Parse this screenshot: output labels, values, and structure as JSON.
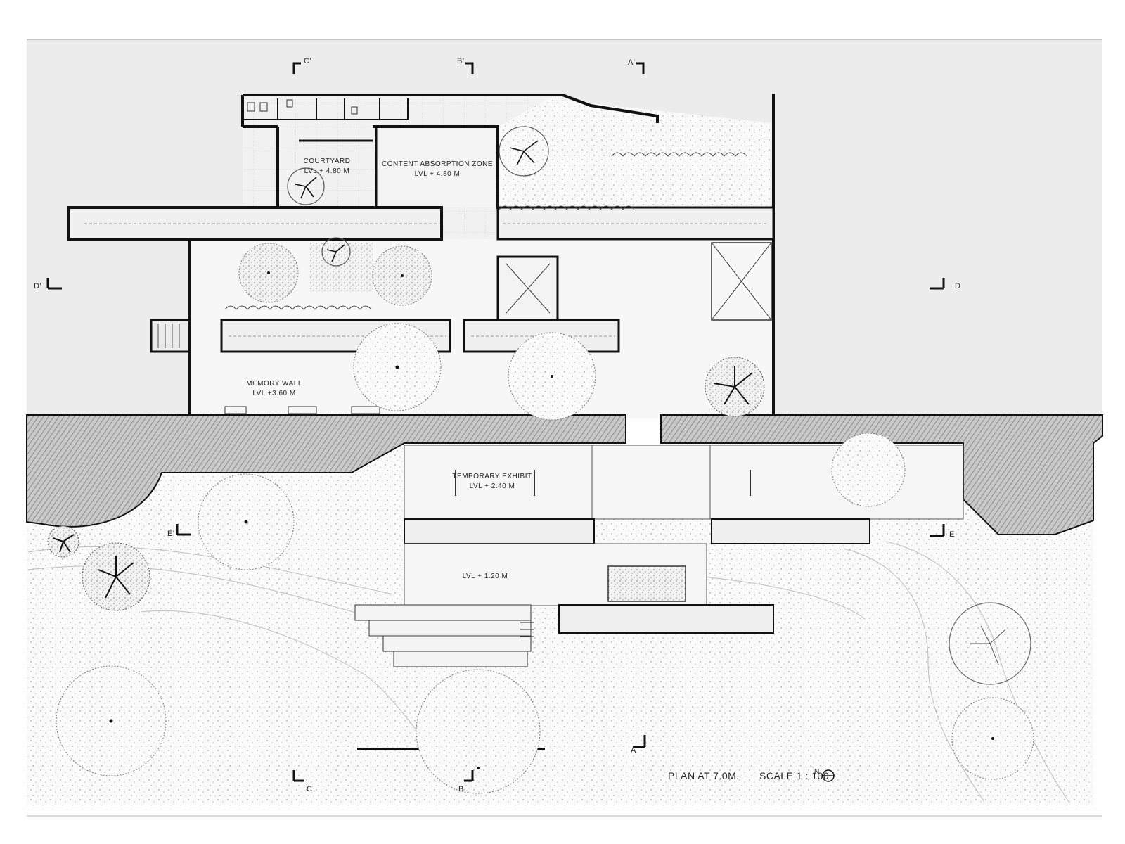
{
  "section_marks": {
    "c_prime": "C'",
    "b_prime": "B'",
    "a_prime": "A'",
    "d_prime": "D'",
    "d": "D",
    "e_prime": "E'",
    "e": "E",
    "a": "A",
    "b": "B",
    "c": "C"
  },
  "rooms": {
    "courtyard_name": "COURTYARD",
    "courtyard_level": "LVL + 4.80 M",
    "absorption_name": "CONTENT ABSORPTION ZONE",
    "absorption_level": "LVL + 4.80 M",
    "memory_name": "MEMORY WALL",
    "memory_level": "LVL +3.60 M",
    "exhibit_name": "TEMPORARY EXHIBIT",
    "exhibit_level": "LVL + 2.40 M",
    "lower_level": "LVL + 1.20 M"
  },
  "title_block": {
    "plan_title": "PLAN AT 7.0M.",
    "scale": "SCALE 1 : 100",
    "north": "N"
  }
}
